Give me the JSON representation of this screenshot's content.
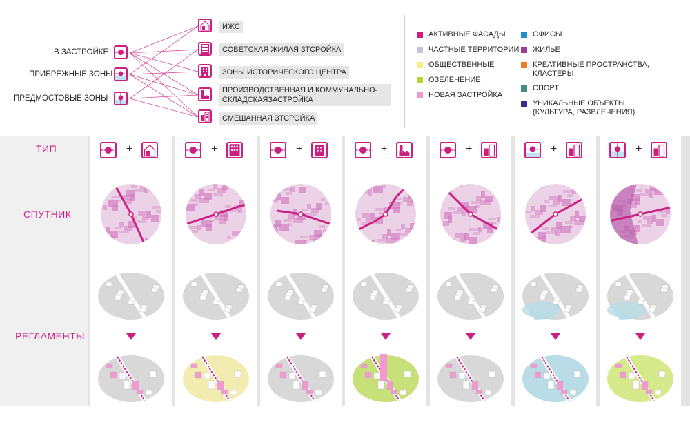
{
  "left_labels": [
    "В ЗАСТРОЙКЕ",
    "ПРИБРЕЖНЫЕ ЗОНЫ",
    "ПРЕДМОСТОВЫЕ ЗОНЫ"
  ],
  "type_labels": [
    "ИЖС",
    "СОВЕТСКАЯ ЖИЛАЯ ЗТСРОЙКА",
    "ЗОНЫ ИСТОРИЧЕСКОГО ЦЕНТРА",
    "ПРОИЗВОДСТВЕННАЯ И КОММУНАЛЬНО-СКЛАДСКАЯЗАСТРОЙКА",
    "СМЕШАННАЯ ЗТСРОЙКА"
  ],
  "legend_left": [
    {
      "label": "АКТИВНЫЕ ФАСАДЫ",
      "color": "#d6197f"
    },
    {
      "label": "ЧАСТНЫЕ ТЕРРИТОРИИ",
      "color": "#c9bfdc"
    },
    {
      "label": "ОБЩЕСТВЕННЫЕ",
      "color": "#f7ee8a"
    },
    {
      "label": "ОЗЕЛЕНЕНИЕ",
      "color": "#b5d334"
    },
    {
      "label": "НОВАЯ ЗАСТРОЙКА",
      "color": "#f29ad0"
    }
  ],
  "legend_right": [
    {
      "label": "ОФИСЫ",
      "color": "#1f8fd0"
    },
    {
      "label": "ЖИЛЬЕ",
      "color": "#9c3d9c"
    },
    {
      "label": "КРЕАТИВНЫЕ ПРОСТРАНСТВА, КЛАСТЕРЫ",
      "color": "#ef7d22"
    },
    {
      "label": "СПОРТ",
      "color": "#3f8f80"
    },
    {
      "label": "УНИКАЛЬНЫЕ ОБЪЕКТЫ (КУЛЬТУРА, РАЗВЛЕЧЕНИЯ)",
      "color": "#2e3192"
    }
  ],
  "row_labels": {
    "type": "ТИП",
    "satellite": "СПУТНИК",
    "regulations": "РЕГЛАМЕНТЫ"
  },
  "plus_sign": "+",
  "columns": [
    {
      "location": "built",
      "building": "house"
    },
    {
      "location": "built",
      "building": "soviet"
    },
    {
      "location": "built",
      "building": "historic"
    },
    {
      "location": "built",
      "building": "industrial"
    },
    {
      "location": "built",
      "building": "mixed"
    },
    {
      "location": "coastal",
      "building": "mixed"
    },
    {
      "location": "bridge",
      "building": "mixed"
    }
  ],
  "colors": {
    "accent": "#cc1f82",
    "column_gap": "#e4e4e4",
    "map_fill": "#d27ac0"
  }
}
